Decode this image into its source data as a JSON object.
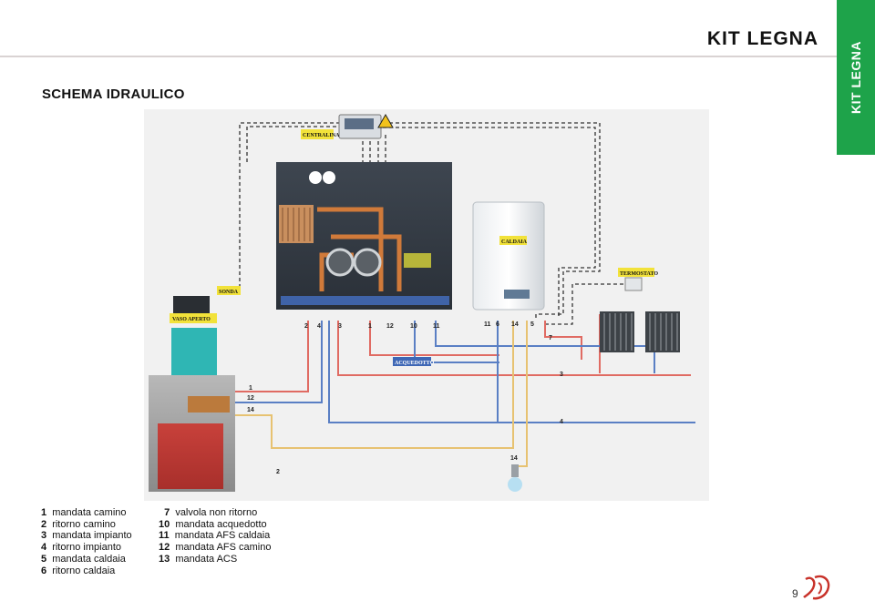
{
  "header": {
    "brand_title": "KIT LEGNA",
    "side_tab": "KIT LEGNA",
    "accent_color": "#1ea34a"
  },
  "section": {
    "title": "SCHEMA IDRAULICO"
  },
  "diagram": {
    "labels": {
      "centralina": "CENTRALINA",
      "caldaia": "CALDAIA",
      "termostato": "TERMOSTATO",
      "sonda": "SONDA",
      "vaso_aperto": "VASO APERTO",
      "acquedotto": "ACQUEDOTTO"
    },
    "panel_numbers": [
      "2",
      "4",
      "3",
      "1",
      "12",
      "10",
      "11"
    ],
    "boiler_numbers": [
      "11",
      "6",
      "14",
      "5"
    ],
    "valve_number": "7",
    "line_numbers": {
      "n3": "3",
      "n4": "4"
    },
    "stove_numbers": [
      "1",
      "12",
      "14"
    ],
    "n2": "2",
    "n14_bottom": "14"
  },
  "legend": {
    "col1": [
      {
        "num": "1",
        "text": "mandata camino"
      },
      {
        "num": "2",
        "text": "ritorno camino"
      },
      {
        "num": "3",
        "text": "mandata impianto"
      },
      {
        "num": "4",
        "text": "ritorno impianto"
      },
      {
        "num": "5",
        "text": "mandata caldaia"
      },
      {
        "num": "6",
        "text": "ritorno caldaia"
      }
    ],
    "col2": [
      {
        "num": "7",
        "text": "valvola non ritorno"
      },
      {
        "num": "10",
        "text": "mandata acquedotto"
      },
      {
        "num": "11",
        "text": "mandata AFS caldaia"
      },
      {
        "num": "12",
        "text": "mandata AFS camino"
      },
      {
        "num": "13",
        "text": "mandata ACS"
      }
    ]
  },
  "footer": {
    "page_number": "9"
  }
}
